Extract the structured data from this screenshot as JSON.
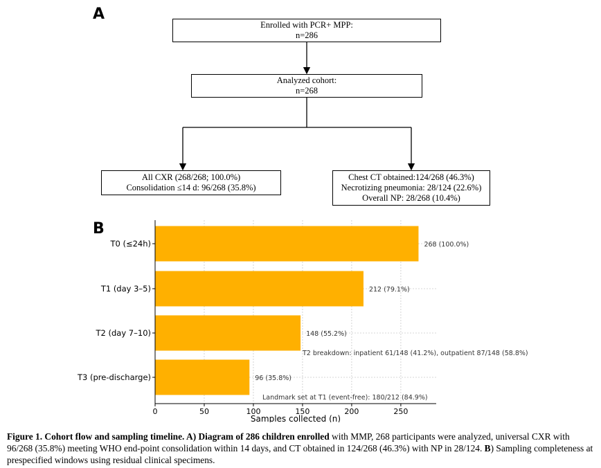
{
  "panel_a": {
    "label": "A",
    "enrolled": {
      "line1": "Enrolled with PCR+ MPP:",
      "line2": "n=286"
    },
    "analyzed": {
      "line1": "Analyzed cohort:",
      "line2": "n=268"
    },
    "cxr": {
      "line1": "All CXR (268/268; 100.0%)",
      "line2": "Consolidation ≤14 d: 96/268 (35.8%)"
    },
    "ct": {
      "line1": "Chest CT obtained:124/268 (46.3%)",
      "line2": "Necrotizing pneumonia: 28/124 (22.6%)",
      "line3": "Overall NP: 28/268 (10.4%)"
    }
  },
  "panel_b": {
    "label": "B"
  },
  "chart_data": {
    "type": "bar",
    "orientation": "horizontal",
    "categories": [
      "T0 (≤24h)",
      "T1 (day 3–5)",
      "T2 (day 7–10)",
      "T3 (pre-discharge)"
    ],
    "values": [
      268,
      212,
      148,
      96
    ],
    "data_labels": [
      "268 (100.0%)",
      "212 (79.1%)",
      "148 (55.2%)",
      "96 (35.8%)"
    ],
    "bar_color": "#FFB000",
    "xlabel": "Samples collected (n)",
    "ylabel": "",
    "xlim": [
      0,
      286
    ],
    "xticks": [
      0,
      50,
      100,
      150,
      200,
      250
    ],
    "grid": true,
    "annotations": [
      "T2 breakdown: inpatient 61/148 (41.2%), outpatient 87/148 (58.8%)",
      "Landmark set at T1 (event-free): 180/212 (84.9%)"
    ]
  },
  "caption": {
    "lead": "Figure 1. Cohort flow and sampling timeline. A) Diagram of 286 children enrolled",
    "body": " with MMP, 268 participants were analyzed, universal CXR with 96/268 (35.8%) meeting WHO end-point consolidation within 14 days, and CT obtained in 124/268 (46.3%) with NP in 28/124. ",
    "b_label": "B",
    "tail": ") Sampling completeness at prespecified windows using residual clinical specimens."
  }
}
